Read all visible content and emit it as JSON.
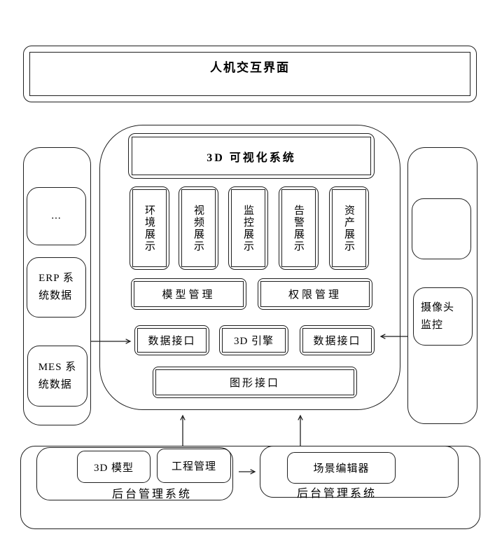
{
  "colors": {
    "border": "#1f1f1f",
    "background": "#ffffff",
    "text": "#000000"
  },
  "top_banner": {
    "label": "人机交互界面"
  },
  "visualization_system": {
    "title": "3D 可视化系统",
    "display_modules": [
      {
        "label": "环境展示"
      },
      {
        "label": "视频展示"
      },
      {
        "label": "监控展示"
      },
      {
        "label": "告警展示"
      },
      {
        "label": "资产展示"
      }
    ],
    "management_modules": [
      {
        "label": "模型管理"
      },
      {
        "label": "权限管理"
      }
    ],
    "interface_row": [
      {
        "label": "数据接口"
      },
      {
        "label": "3D 引擎"
      },
      {
        "label": "数据接口"
      }
    ],
    "graphics_interface": {
      "label": "图形接口"
    }
  },
  "left_panel": {
    "ellipsis": {
      "label": "..."
    },
    "erp": {
      "label": "ERP 系\n统数据"
    },
    "mes": {
      "label": "MES 系\n统数据"
    }
  },
  "right_panel": {
    "camera": {
      "label": "摄像头\n监控"
    }
  },
  "backend_left": {
    "label": "后台管理系统",
    "modules": [
      {
        "label": "3D 模型"
      },
      {
        "label": "工程管理"
      }
    ]
  },
  "backend_right": {
    "label": "后台管理系统",
    "modules": [
      {
        "label": "场景编辑器"
      }
    ]
  }
}
